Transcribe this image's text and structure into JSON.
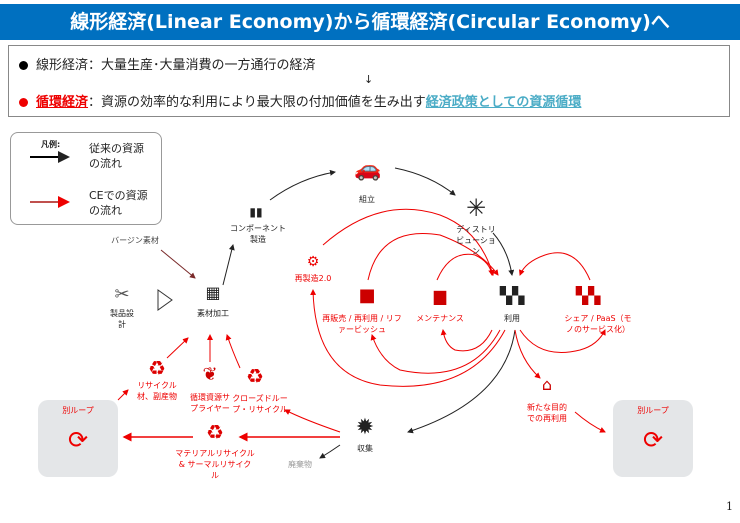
{
  "title": "線形経済(Linear Economy)から循環経済(Circular Economy)へ",
  "summary": {
    "linear_label": "線形経済",
    "linear_text": "：大量生産･大量消費の一方通行の経済",
    "arrow": "↓",
    "circular_label": "循環経済",
    "circular_text": "：資源の効率的な利用により最大限の付加価値を生み出す",
    "circular_highlight": "経済政策としての資源循環"
  },
  "legend": {
    "title": "凡例:",
    "conventional": "従来の資源の流れ",
    "ce": "CEでの資源の流れ",
    "conventional_color": "#000000",
    "ce_color": "#c0504d"
  },
  "nodes": {
    "virgin": "バージン素材",
    "design": "製品設計",
    "material": "素材加工",
    "component": "コンポーネント製造",
    "assembly": "組立",
    "distribution": "ディストリビューション",
    "remanufacture": "再製造2.0",
    "resale": "再販売 / 再利用 / リファービッシュ",
    "maintenance": "メンテナンス",
    "use": "利用",
    "share": "シェア / PaaS（モノのサービス化）",
    "recycled": "リサイクル材、副産物",
    "supplier": "循環資源サプライヤー",
    "closed_loop": "クローズドループ・リサイクル",
    "collection": "収集",
    "material_recycle": "マテリアルリサイクル & サーマルリサイクル",
    "waste": "廃棄物",
    "new_purpose": "新たな目的での再利用",
    "other_loop_left": "別ループ",
    "other_loop_right": "別ループ"
  },
  "colors": {
    "header": "#0070c0",
    "ce_red": "#e00000"
  },
  "page_number": "1"
}
